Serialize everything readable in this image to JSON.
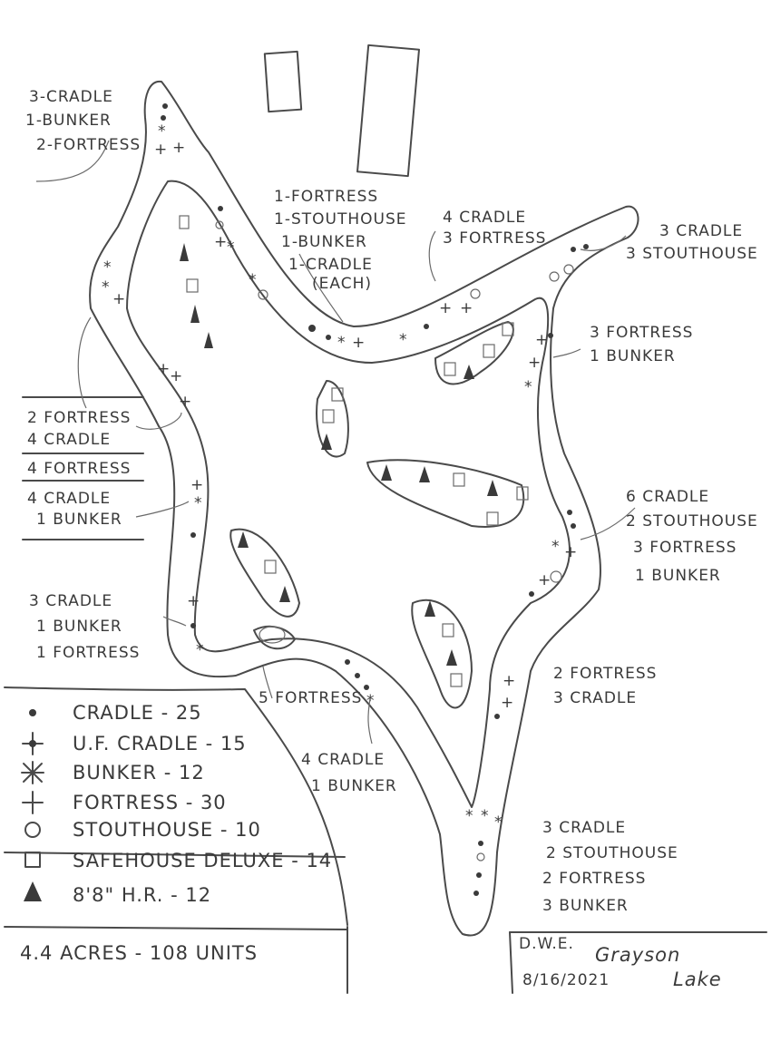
{
  "colors": {
    "paper": "#ffffff",
    "pencil": "#3a3a3a",
    "faint": "#8a8a8a"
  },
  "zone_labels": {
    "top_left": [
      "3-CRADLE",
      "1-BUNKER",
      "2-FORTRESS"
    ],
    "top_center": [
      "1-FORTRESS",
      "1-STOUTHOUSE",
      "1-BUNKER",
      "1-CRADLE",
      "(EACH)"
    ],
    "top_right_a": [
      "4 CRADLE",
      "3 FORTRESS"
    ],
    "top_right_b": [
      "3 CRADLE",
      "3 STOUTHOUSE"
    ],
    "right_a": [
      "3 FORTRESS",
      "1 BUNKER"
    ],
    "left_a": [
      "2 FORTRESS",
      "4 CRADLE"
    ],
    "left_b": [
      "4 FORTRESS"
    ],
    "left_c": [
      "4 CRADLE",
      "1 BUNKER"
    ],
    "right_b": [
      "6 CRADLE",
      "2 STOUTHOUSE",
      "3 FORTRESS",
      "1 BUNKER"
    ],
    "left_d": [
      "3 CRADLE",
      "1 BUNKER",
      "1 FORTRESS"
    ],
    "right_c": [
      "2 FORTRESS",
      "3 CRADLE"
    ],
    "bottom_a": [
      "5 FORTRESS"
    ],
    "bottom_b": [
      "4 CRADLE",
      "1 BUNKER"
    ],
    "bottom_right": [
      "3 CRADLE",
      "2 STOUTHOUSE",
      "2 FORTRESS",
      "3 BUNKER"
    ]
  },
  "legend": [
    {
      "icon": "dot-icon",
      "label": "CRADLE - 25"
    },
    {
      "icon": "crossed-dot-icon",
      "label": "U.F. CRADLE - 15"
    },
    {
      "icon": "star-icon",
      "label": "BUNKER - 12"
    },
    {
      "icon": "cross-icon",
      "label": "FORTRESS - 30"
    },
    {
      "icon": "circle-icon",
      "label": "STOUTHOUSE - 10"
    },
    {
      "icon": "square-icon",
      "label": "SAFEHOUSE DELUXE - 14"
    },
    {
      "icon": "triangle-icon",
      "label": "8'8\" H.R. - 12"
    }
  ],
  "totals": "4.4 ACRES - 108 UNITS",
  "title_block": {
    "initials": "D.W.E.",
    "date": "8/16/2021",
    "name_line1": "Grayson",
    "name_line2": "Lake"
  }
}
